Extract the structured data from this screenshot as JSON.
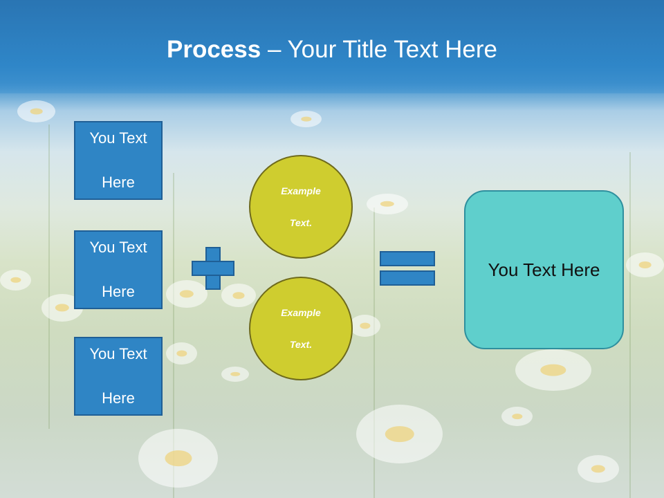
{
  "title": {
    "bold": "Process",
    "rest": " – Your Title Text Here"
  },
  "left_boxes": [
    {
      "line1": "You Text",
      "line2": "Here"
    },
    {
      "line1": "You Text",
      "line2": "Here"
    },
    {
      "line1": "You Text",
      "line2": "Here"
    }
  ],
  "circles": [
    {
      "line1": "Example",
      "line2": "Text."
    },
    {
      "line1": "Example",
      "line2": "Text."
    }
  ],
  "result": {
    "label": "You Text Here"
  },
  "colors": {
    "box": "#2f85c5",
    "circle": "#cfcd2f",
    "result": "#5fcfcc",
    "header": "#2f86c8"
  }
}
